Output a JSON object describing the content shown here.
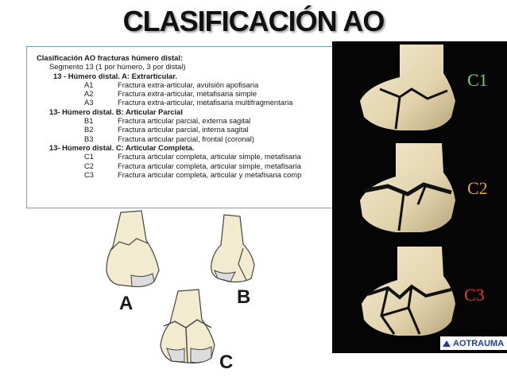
{
  "slide": {
    "title": "CLASIFICACIÓN AO"
  },
  "classification": {
    "heading": "Clasificación AO fracturas húmero distal:",
    "segment": "Segmento 13 (1 por húmero, 3 por distal)",
    "groups": [
      {
        "title": "13 - Húmero distal. A: Extrarticular.",
        "items": [
          {
            "code": "A1",
            "desc": "Fractura extra-articular, avulsión apofisaria"
          },
          {
            "code": "A2",
            "desc": "Fractura extra-articular, metafisaria simple"
          },
          {
            "code": "A3",
            "desc": "Fractura extra-articular, metafisaria multifragmentaria"
          }
        ]
      },
      {
        "title": "13- Húmero distal. B: Articular Parcial",
        "items": [
          {
            "code": "B1",
            "desc": "Fractura articular parcial, externa sagital"
          },
          {
            "code": "B2",
            "desc": "Fractura articular parcial, interna sagital"
          },
          {
            "code": "B3",
            "desc": "Fractura articular parcial, frontal (coronal)"
          }
        ]
      },
      {
        "title": "13- Húmero distal. C: Articular Completa.",
        "items": [
          {
            "code": "C1",
            "desc": "Fractura articular completa, articular simple, metafisaria"
          },
          {
            "code": "C2",
            "desc": "Fractura articular completa, articular simple, metafisaria"
          },
          {
            "code": "C3",
            "desc": "Fractura articular completa, articular y metafisaria comp"
          }
        ]
      }
    ]
  },
  "photo_labels": {
    "c1": "C1",
    "c2": "C2",
    "c3": "C3",
    "colors": {
      "c1": "#7fcf4a",
      "c2": "#e8a24a",
      "c3": "#e33a2a"
    }
  },
  "logo": {
    "text": "AOTRAUMA",
    "icon": "ao-triangle-icon"
  },
  "drawing_labels": {
    "a": "A",
    "b": "B",
    "c": "C"
  }
}
